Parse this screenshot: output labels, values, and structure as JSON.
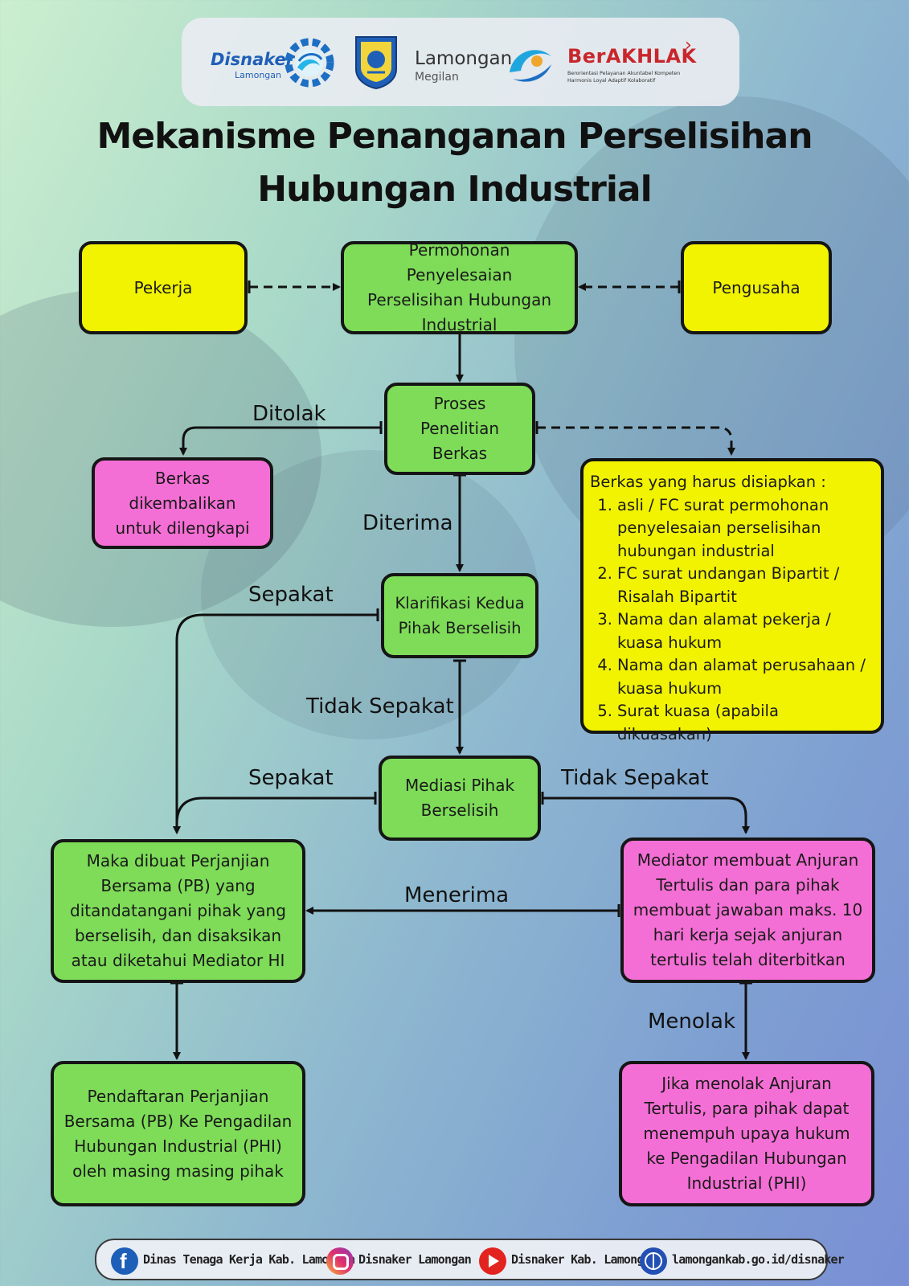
{
  "header": {
    "logo_disnaker": "Disnaker",
    "logo_disnaker_sub": "Lamongan",
    "logo_lamongan": "Lamongan",
    "logo_lamongan_sub": "Megilan",
    "logo_berakhlak": "BerAKHLAK",
    "logo_berakhlak_tagline_1": "Berorientasi Pelayanan Akuntabel Kompeten",
    "logo_berakhlak_tagline_2": "Harmonis Loyal Adaptif Kolaboratif"
  },
  "title": {
    "line1": "Mekanisme Penanganan Perselisihan",
    "line2": "Hubungan Industrial"
  },
  "nodes": {
    "pekerja": "Pekerja",
    "permohonan": "Permohonan Penyelesaian Perselisihan Hubungan Industrial",
    "pengusaha": "Pengusaha",
    "proses": "Proses Penelitian Berkas",
    "berkas_kembali": "Berkas dikembalikan untuk dilengkapi",
    "klarifikasi": "Klarifikasi Kedua Pihak Berselisih",
    "mediasi": "Mediasi Pihak Berselisih",
    "perjanjian": "Maka dibuat Perjanjian Bersama (PB) yang ditandatangani pihak yang berselisih, dan disaksikan atau diketahui Mediator HI",
    "anjuran": "Mediator membuat Anjuran Tertulis dan para pihak membuat jawaban maks. 10 hari kerja sejak anjuran tertulis telah diterbitkan",
    "pendaftaran": "Pendaftaran Perjanjian Bersama (PB) Ke Pengadilan Hubungan Industrial (PHI) oleh masing masing pihak",
    "menolak_anjuran": "Jika menolak Anjuran Tertulis, para pihak dapat menempuh upaya hukum ke Pengadilan Hubungan Industrial (PHI)"
  },
  "labels": {
    "ditolak": "Ditolak",
    "diterima": "Diterima",
    "sepakat_1": "Sepakat",
    "tidak_sepakat_1": "Tidak Sepakat",
    "sepakat_2": "Sepakat",
    "tidak_sepakat_2": "Tidak Sepakat",
    "menerima": "Menerima",
    "menolak": "Menolak"
  },
  "documents": {
    "heading": "Berkas yang harus disiapkan :",
    "items": [
      {
        "num": "1.",
        "text": "asli / FC surat permohonan penyelesaian perselisihan hubungan industrial"
      },
      {
        "num": "2.",
        "text": "FC surat undangan Bipartit / Risalah Bipartit"
      },
      {
        "num": "3.",
        "text": "Nama dan alamat pekerja / kuasa hukum"
      },
      {
        "num": "4.",
        "text": "Nama dan alamat perusahaan / kuasa hukum"
      },
      {
        "num": "5.",
        "text": "Surat kuasa (apabila dikuasakan)"
      }
    ]
  },
  "footer": {
    "facebook": "Dinas Tenaga Kerja Kab. Lamongan",
    "instagram": "Disnaker Lamongan",
    "youtube": "Disnaker Kab. Lamongan",
    "website": "lamongankab.go.id/disnaker"
  },
  "colors": {
    "yellow": "#f2f300",
    "green": "#7edc58",
    "pink": "#f46fd5",
    "outline": "#151515"
  }
}
